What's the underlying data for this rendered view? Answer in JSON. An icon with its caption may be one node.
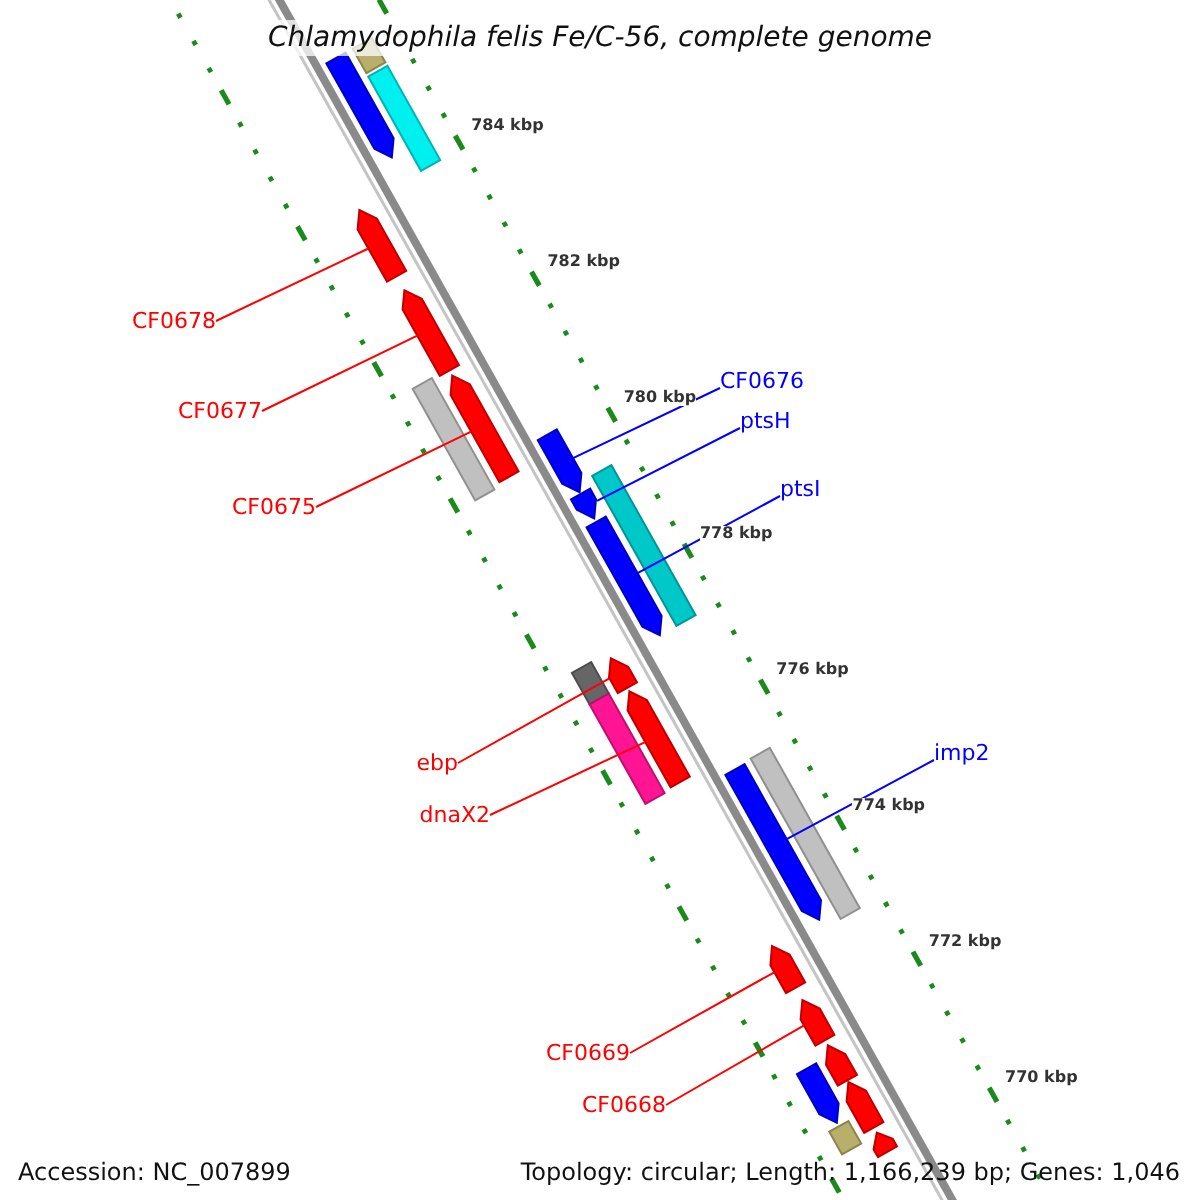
{
  "diagram": {
    "title": "Chlamydophila felis Fe/C-56, complete genome",
    "nodes": [
      {
        "text": [
          "CF0678"
        ]
      },
      {
        "text": [],
        "shape": "arrow"
      },
      {
        "text": [
          "CF0677"
        ]
      },
      {
        "text": [],
        "shape": "arrow"
      },
      {
        "text": [
          "CF0675"
        ]
      },
      {
        "text": [],
        "shape": "arrow"
      },
      {
        "text": [
          "CF0676"
        ]
      },
      {
        "text": [],
        "shape": "arrow"
      },
      {
        "text": [
          "ptsH"
        ]
      },
      {
        "text": [],
        "shape": "arrow"
      },
      {
        "text": [
          "ptsI"
        ]
      },
      {
        "text": [],
        "shape": "arrow"
      },
      {
        "text": [
          "ebp"
        ]
      },
      {
        "text": [],
        "shape": "arrow"
      },
      {
        "text": [
          "dnaX2"
        ]
      },
      {
        "text": [],
        "shape": "arrow"
      },
      {
        "text": [
          "imp2"
        ]
      },
      {
        "text": [],
        "shape": "arrow"
      },
      {
        "text": [
          "CF0669"
        ]
      },
      {
        "text": [],
        "shape": "arrow"
      },
      {
        "text": [
          "CF0668"
        ]
      },
      {
        "text": [],
        "shape": "arrow"
      },
      {
        "text": [],
        "shape": "bar"
      },
      {
        "text": [],
        "shape": "arrow"
      },
      {
        "text": [],
        "shape": "bar"
      },
      {
        "text": [],
        "shape": "bar"
      },
      {
        "text": [],
        "shape": "bar"
      },
      {
        "text": [],
        "shape": "bar"
      },
      {
        "text": [],
        "shape": "bar"
      },
      {
        "text": [],
        "shape": "bar"
      },
      {
        "text": [],
        "shape": "arrow"
      },
      {
        "text": [],
        "shape": "arrow"
      },
      {
        "text": [],
        "shape": "arrow"
      },
      {
        "text": [],
        "shape": "arrow"
      },
      {
        "text": [],
        "shape": "bar"
      }
    ],
    "edges": [
      {
        "from": 0,
        "to": 1,
        "arrow": "none"
      },
      {
        "from": 2,
        "to": 3,
        "arrow": "none"
      },
      {
        "from": 4,
        "to": 5,
        "arrow": "none"
      },
      {
        "from": 6,
        "to": 7,
        "arrow": "none",
        "color": "#0000ff"
      },
      {
        "from": 8,
        "to": 9,
        "arrow": "none",
        "color": "#0000ff"
      },
      {
        "from": 10,
        "to": 11,
        "arrow": "none",
        "color": "#0000ff"
      },
      {
        "from": 12,
        "to": 13,
        "arrow": "none"
      },
      {
        "from": 14,
        "to": 15,
        "arrow": "none"
      },
      {
        "from": 16,
        "to": 17,
        "arrow": "none",
        "color": "#0000ff"
      },
      {
        "from": 18,
        "to": 19,
        "arrow": "none"
      },
      {
        "from": 20,
        "to": 21,
        "arrow": "none"
      }
    ],
    "labels": [
      "784 kbp",
      "782 kbp",
      "780 kbp",
      "778 kbp",
      "776 kbp",
      "774 kbp",
      "772 kbp",
      "770 kbp",
      "Accession: NC_007899",
      "Topology: circular; Length: 1,166,239 bp; Genes: 1,046"
    ]
  }
}
